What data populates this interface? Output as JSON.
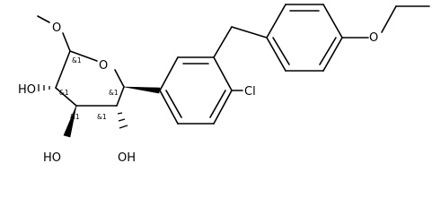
{
  "atoms": {
    "ring_oxygen": "O",
    "methoxy_oxygen": "O",
    "ethoxy_oxygen": "O",
    "chlorine": "Cl",
    "hydroxyl_c2": "HO",
    "hydroxyl_c3": "HO",
    "hydroxyl_c4": "OH"
  },
  "stereo_labels": {
    "c1": "&1",
    "c2": "&1",
    "c3": "&1",
    "c4": "&1",
    "c5": "&1"
  },
  "colors": {
    "bond": "#000000",
    "text": "#000000",
    "background": "#ffffff"
  }
}
